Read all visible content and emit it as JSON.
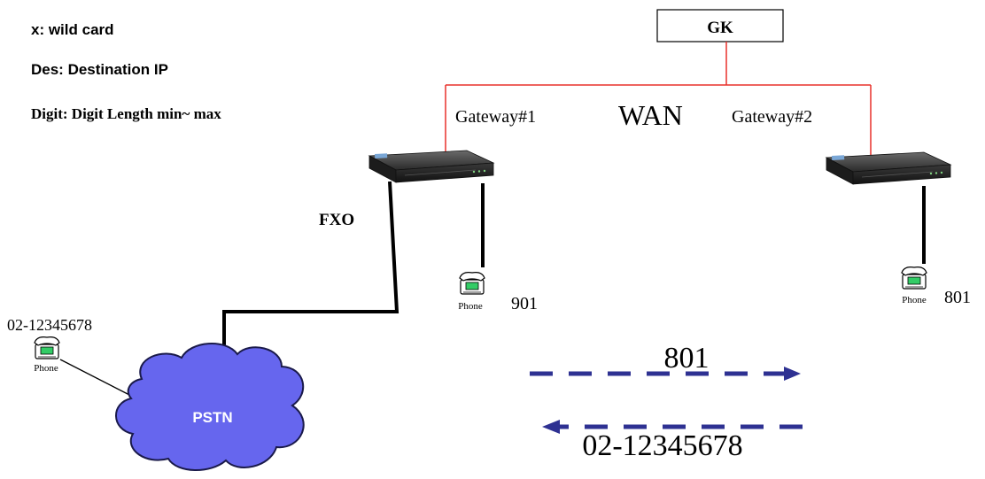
{
  "legend": {
    "line1": "x: wild card",
    "line2": "Des: Destination IP",
    "line3": "Digit: Digit Length min~ max"
  },
  "gatekeeper": {
    "label": "GK"
  },
  "network": {
    "wan_label": "WAN",
    "pstn_label": "PSTN"
  },
  "gateways": {
    "gw1_label": "Gateway#1",
    "gw2_label": "Gateway#2",
    "fxo_label": "FXO"
  },
  "phones": {
    "phone_label": "Phone",
    "ext_901": "901",
    "ext_801": "801",
    "pstn_number": "02-12345678"
  },
  "calls": {
    "forward_label": "801",
    "return_label": "02-12345678"
  },
  "colors": {
    "wan_line": "#e8302a",
    "call_arrow": "#2e3192",
    "cloud_fill": "#6666ee",
    "cloud_stroke": "#1a1a4a"
  }
}
